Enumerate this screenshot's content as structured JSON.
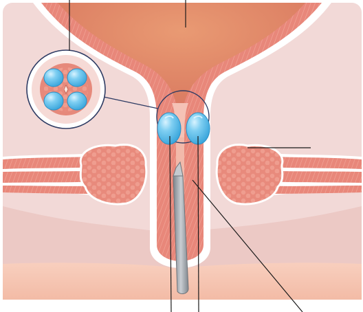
{
  "figure": {
    "labels": [],
    "colors": {
      "background": "#ffffff",
      "pelvic_bg": "#f2d6d4",
      "bladder": "#e48a6d",
      "urethra_wall": "#e8867a",
      "urethra_lining": "#f6c3b8",
      "muscle": "#e89080",
      "fat": "#efc9c3",
      "implant": "#56b8e8",
      "implant_highlight": "#cdeeff",
      "needle": "#9aa0a6",
      "skin": "#f6c7b6",
      "leader_line": "#1a1a1a",
      "inset_ring": "#2e3b63"
    },
    "structures": [
      "bladder",
      "urethra",
      "bulking-agent-deposits",
      "periurethral-muscle",
      "injection-needle",
      "cross-section-inset"
    ]
  }
}
